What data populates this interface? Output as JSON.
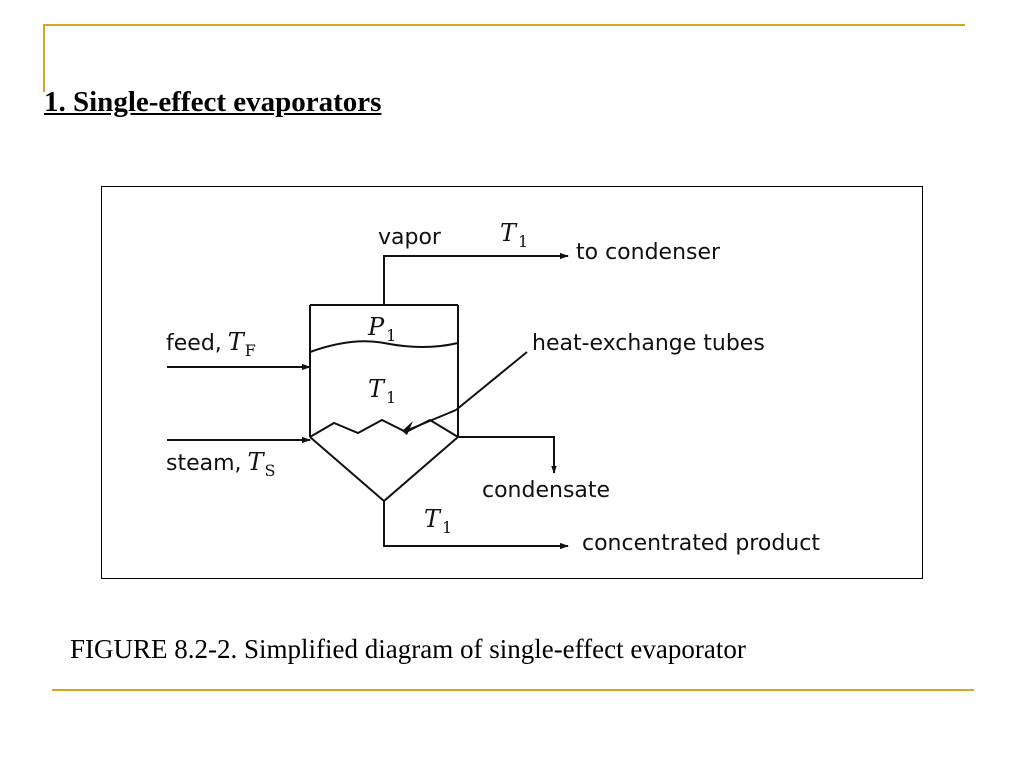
{
  "slide": {
    "title": "1. Single-effect evaporators",
    "caption": "FIGURE 8.2-2. Simplified diagram of single-effect evaporator"
  },
  "diagram": {
    "vapor": {
      "label": "vapor",
      "symbol": "T",
      "sub": "1",
      "dest": "to condenser"
    },
    "pressure": {
      "symbol": "P",
      "sub": "1"
    },
    "liquid_temp": {
      "symbol": "T",
      "sub": "1"
    },
    "feed": {
      "label": "feed,",
      "symbol": "T",
      "sub": "F"
    },
    "steam": {
      "label": "steam,",
      "symbol": "T",
      "sub": "S"
    },
    "tubes_label": "heat-exchange tubes",
    "condensate_label": "condensate",
    "product": {
      "symbol": "T",
      "sub": "1",
      "label": "concentrated product"
    }
  },
  "colors": {
    "accent_rule": "#d9a520"
  }
}
